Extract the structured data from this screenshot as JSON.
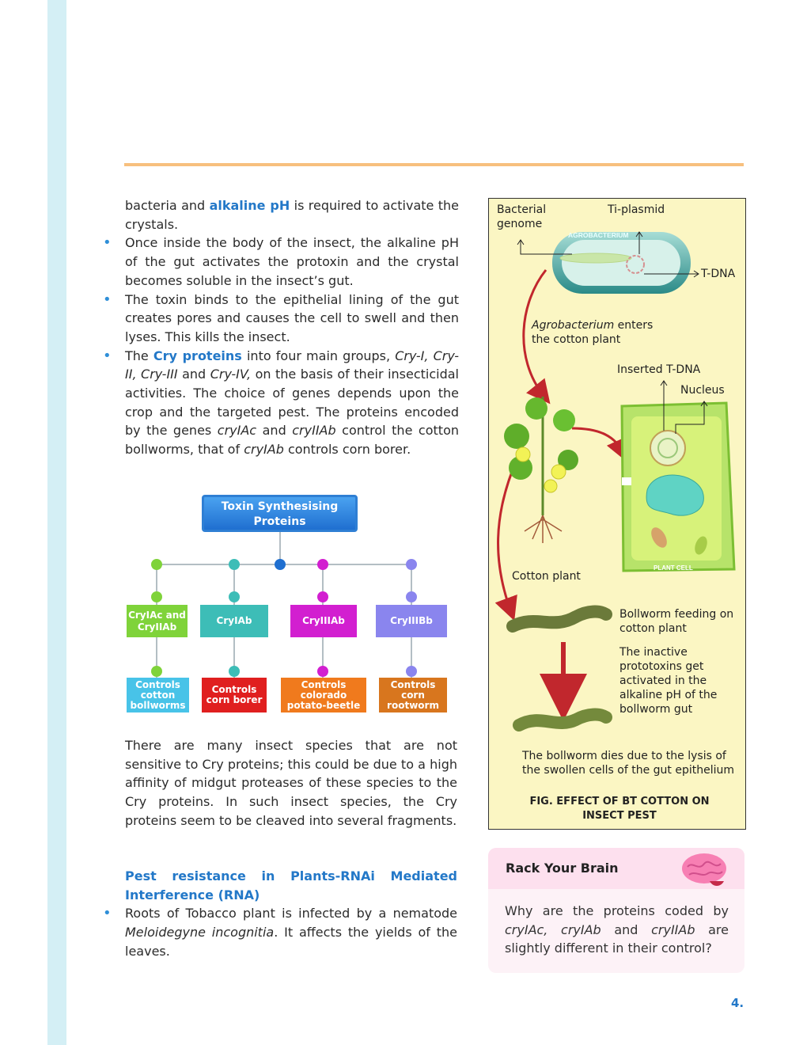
{
  "main": {
    "p1a": "bacteria and ",
    "p1b": "alkaline pH",
    "p1c": " is required to activate the crystals.",
    "b1": "Once inside the body of the insect, the alkaline pH of the gut activates the protoxin and the crystal becomes soluble in the insect’s gut.",
    "b2": "The toxin binds to the epithelial lining of the gut creates pores and causes the cell to swell and then lyses. This kills the insect.",
    "b3a": "The ",
    "b3b": "Cry proteins",
    "b3c": " into four main groups, ",
    "b3d": "Cry-I, Cry-II, Cry-III",
    "b3e": " and ",
    "b3f": "Cry-IV,",
    "b3g": " on the basis of their insecticidal activities. The choice of genes depends upon the crop and the targeted pest. The proteins encoded by the genes ",
    "b3h": "cryIAc",
    "b3i": " and ",
    "b3j": "cryIIAb",
    "b3k": " control the cotton bollworms, that of ",
    "b3l": "cryIAb",
    "b3m": " controls corn borer."
  },
  "flowchart": {
    "root": "Toxin Synthesising Proteins",
    "level1": [
      "CryIAc and CryIIAb",
      "CryIAb",
      "CryIIIAb",
      "CryIIIBb"
    ],
    "level2": [
      "Controls cotton bollworms",
      "Controls corn borer",
      "Controls colorado potato-beetle",
      "Controls corn rootworm"
    ],
    "colors": [
      "#7fd33a",
      "#3dbdb7",
      "#d21fd0",
      "#8a85ee"
    ],
    "level2_colors": [
      "#48c3e8",
      "#e01f1f",
      "#f07a1d",
      "#d8761e"
    ],
    "root_dot_color": "#1f6fd0"
  },
  "para2": "There are many insect species that are not sensitive to Cry proteins; this could be due to a high affinity of midgut proteases of these species to the Cry proteins. In such insect species, the Cry proteins seem to be cleaved into several fragments.",
  "section2": {
    "heading": "Pest resistance in Plants-RNAi Mediated Interference (RNA)",
    "b1a": "Roots of Tobacco plant is infected by a nematode ",
    "b1b": "Meloidegyne incognitia",
    "b1c": ". It affects the yields of the leaves."
  },
  "figure": {
    "bacterial_genome": "Bacterial genome",
    "ti_plasmid": "Ti-plasmid",
    "agrobacterium_label": "AGROBACTERIUM",
    "t_dna": "T-DNA",
    "enters_a": "Agrobacterium",
    "enters_b": " enters the cotton plant",
    "inserted": "Inserted T-DNA",
    "nucleus": "Nucleus",
    "plant_cell": "PLANT CELL",
    "cotton_plant": "Cotton plant",
    "bollworm_feeding": "Bollworm feeding on cotton plant",
    "inactive": "The inactive prototoxins get activated in the alkaline pH of the bollworm gut",
    "dies": "The bollworm dies due to the lysis of the swollen cells of the gut epithelium",
    "caption": "FIG. EFFECT OF BT COTTON ON INSECT PEST"
  },
  "rack": {
    "title": "Rack Your Brain",
    "q1": "Why are the proteins coded by ",
    "q2": "cryIAc, cryIAb",
    "q3": " and ",
    "q4": "cryIIAb",
    "q5": " are slightly different in their control?"
  },
  "page_number": "4."
}
